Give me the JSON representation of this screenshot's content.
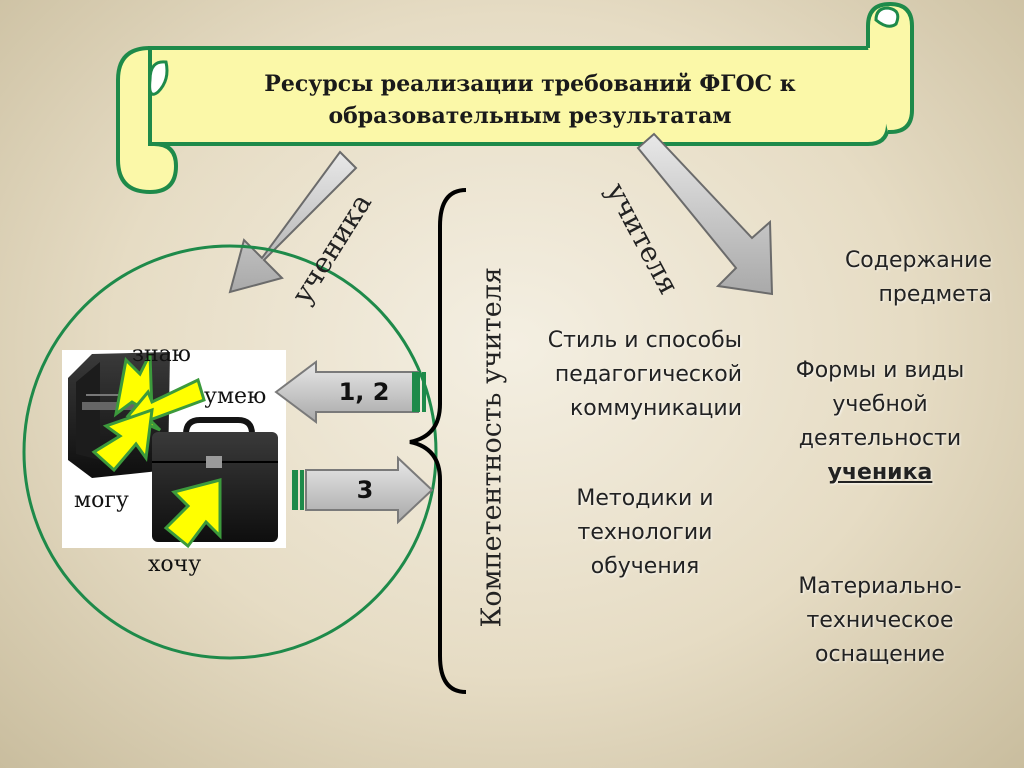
{
  "title": {
    "line1": "Ресурсы реализации требований ФГОС к",
    "line2": "образовательным  результатам"
  },
  "branch_labels": {
    "student": "ученика",
    "teacher": "учителя"
  },
  "brace_label": "Компетентность учителя",
  "circle": {
    "stages": {
      "know": "знаю",
      "can": "умею",
      "able": "могу",
      "want": "хочу"
    }
  },
  "arrow_badges": {
    "top": "1, 2",
    "bottom": "3"
  },
  "middle_items": {
    "style_l1": "Стиль и способы",
    "style_l2": "педагогической",
    "style_l3": "коммуникации",
    "methods_l1": "Методики и",
    "methods_l2": "технологии",
    "methods_l3": "обучения"
  },
  "right_items": {
    "content_l1": "Содержание",
    "content_l2": "предмета",
    "forms_l1": "Формы и виды",
    "forms_l2": "учебной",
    "forms_l3": "деятельности",
    "forms_l4": "ученика",
    "material_l1": "Материально-",
    "material_l2": "техническое",
    "material_l3": "оснащение"
  },
  "colors": {
    "scroll_fill": "#fbf8a8",
    "scroll_stroke": "#1e8a4a",
    "arrow_fill": "#c8c8c8",
    "pointer_fill": "#ffff00",
    "pointer_stroke": "#3c9a3c"
  }
}
